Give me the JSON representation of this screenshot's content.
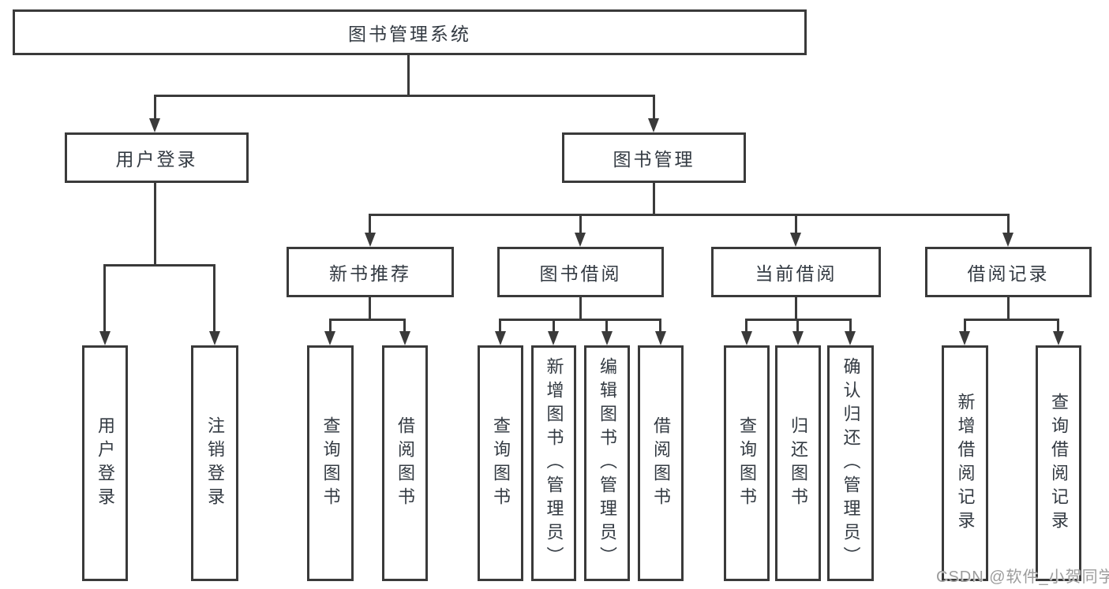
{
  "tree": {
    "root": "图书管理系统",
    "branches": [
      {
        "label": "用户登录",
        "children": [
          "用户登录",
          "注销登录"
        ]
      },
      {
        "label": "图书管理",
        "children": [
          {
            "label": "新书推荐",
            "children": [
              "查询图书",
              "借阅图书"
            ]
          },
          {
            "label": "图书借阅",
            "children": [
              "查询图书",
              "新增图书（管理员）",
              "编辑图书（管理员）",
              "借阅图书"
            ]
          },
          {
            "label": "当前借阅",
            "children": [
              "查询图书",
              "归还图书",
              "确认归还（管理员）"
            ]
          },
          {
            "label": "借阅记录",
            "children": [
              "新增借阅记录",
              "查询借阅记录"
            ]
          }
        ]
      }
    ]
  },
  "watermark": {
    "text": "CSDN @软件_小贺同学"
  },
  "colors": {
    "line": "#3a3a3a",
    "text": "#333a42",
    "watermark": "#9c9c9c",
    "background": "#ffffff"
  }
}
